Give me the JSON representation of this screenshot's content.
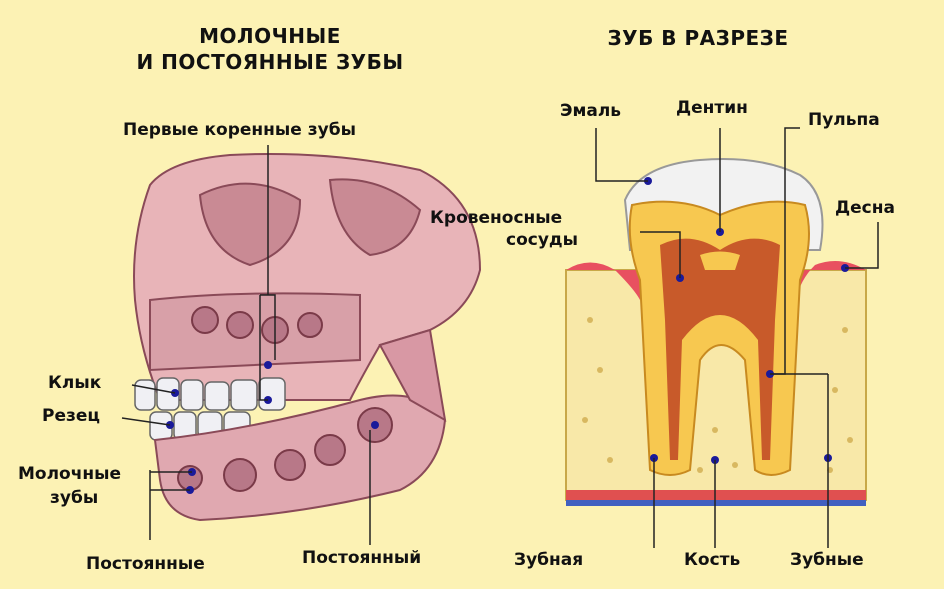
{
  "left_panel": {
    "title_line1": "МОЛОЧНЫЕ",
    "title_line2": "И ПОСТОЯННЫЕ ЗУБЫ",
    "labels": {
      "first_molars": "Первые коренные зубы",
      "canine": "Клык",
      "incisor": "Резец",
      "milk_teeth_line1": "Молочные",
      "milk_teeth_line2": "зубы",
      "permanent_plural": "Постоянные",
      "permanent_single": "Постоянный"
    }
  },
  "right_panel": {
    "title": "ЗУБ В РАЗРЕЗЕ",
    "labels": {
      "enamel": "Эмаль",
      "dentin": "Дентин",
      "pulp": "Пульпа",
      "gum": "Десна",
      "blood_vessels_line1": "Кровеносные",
      "blood_vessels_line2": "сосуды",
      "dental": "Зубная",
      "bone": "Кость",
      "dental_plural": "Зубные"
    }
  },
  "colors": {
    "background": "#fcf2b4",
    "skull": "#e8b4b8",
    "bone_dark": "#9a5a66",
    "enamel": "#f2f2f2",
    "dentin": "#f7c850",
    "pulp": "#c85a2a",
    "gum": "#e85060",
    "bone_tissue": "#f8e8a8",
    "marker": "#1a1a9a"
  }
}
